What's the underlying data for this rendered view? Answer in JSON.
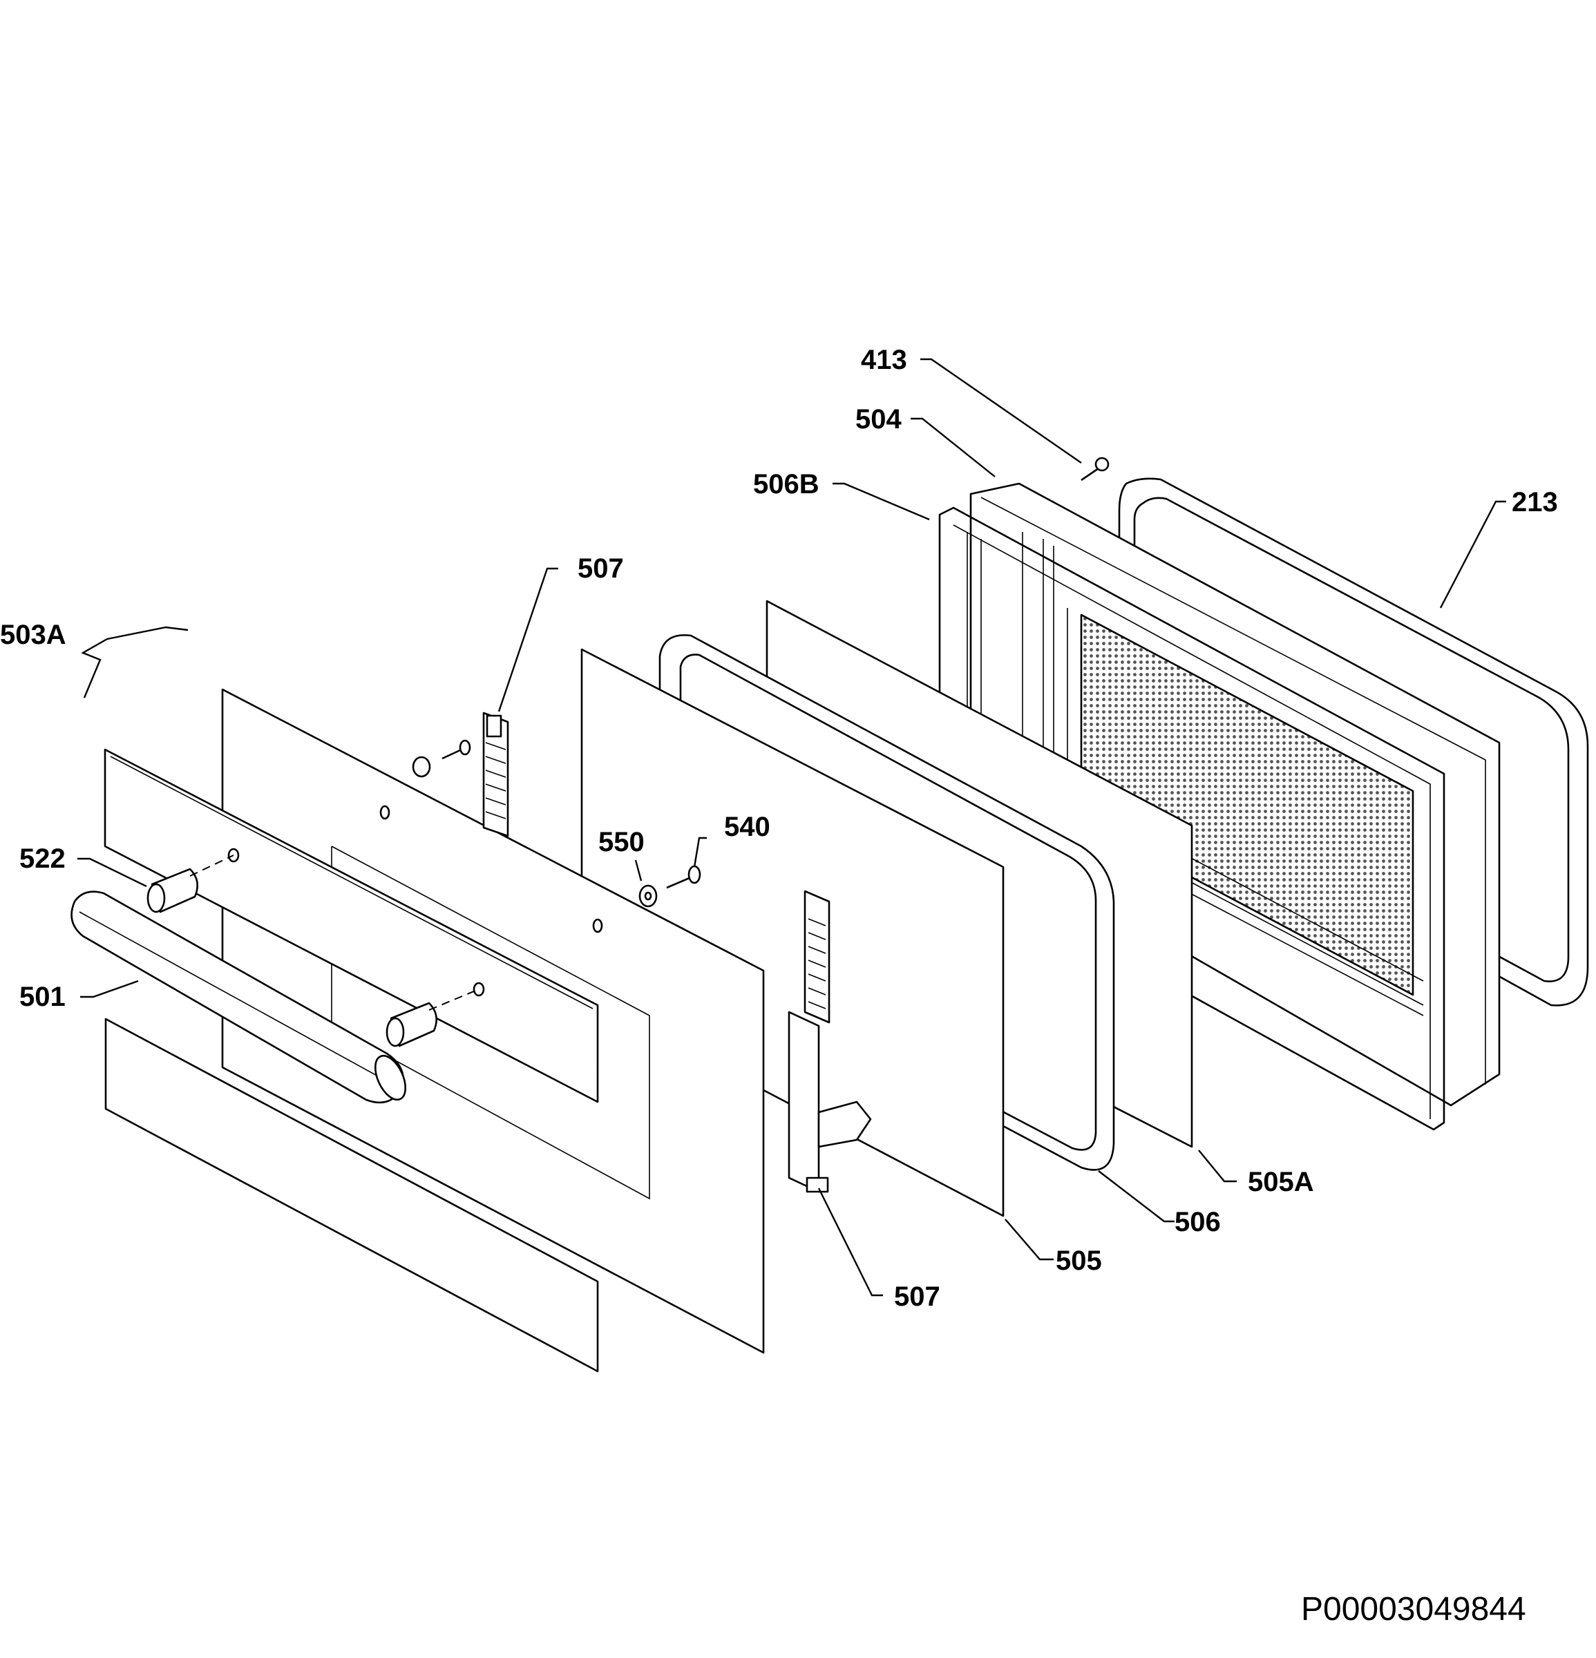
{
  "diagram": {
    "labels": {
      "p413": "413",
      "p504": "504",
      "p506B": "506B",
      "p213": "213",
      "p507_top": "507",
      "p503A": "503A",
      "p522": "522",
      "p550": "550",
      "p540": "540",
      "p501": "501",
      "p505A": "505A",
      "p506": "506",
      "p505": "505",
      "p507_bottom": "507"
    },
    "document_number": "P00003049844"
  }
}
